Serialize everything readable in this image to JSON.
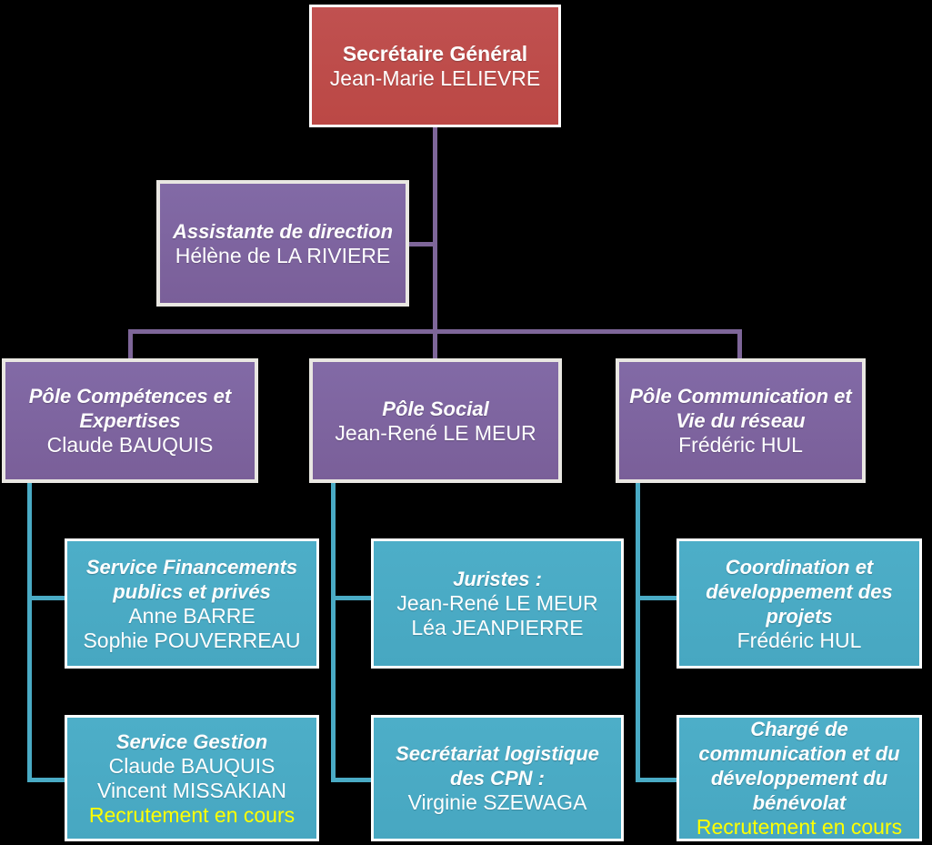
{
  "diagram": {
    "type": "org-chart",
    "title_hint": "Organigramme Secrétariat Général",
    "background_color": "#000000",
    "colors": {
      "executive_fill": "#be4b48",
      "management_fill": "#7d639e",
      "service_fill": "#4aabc5",
      "connector_purple": "#7e6699",
      "connector_teal": "#4aabc5",
      "text": "#ffffff",
      "highlight_text": "#ffff00",
      "border": "#ffffff"
    },
    "nodes": {
      "secretaire_general": {
        "title": "Secrétaire Général",
        "members": [
          "Jean-Marie LELIEVRE"
        ],
        "level": "executive"
      },
      "assistante_direction": {
        "title": "Assistante de direction",
        "members": [
          "Hélène de LA RIVIERE"
        ],
        "level": "management",
        "reports_to": "secretaire_general"
      },
      "pole_competences": {
        "title": "Pôle Compétences et Expertises",
        "members": [
          "Claude BAUQUIS"
        ],
        "level": "management",
        "reports_to": "secretaire_general"
      },
      "pole_social": {
        "title": "Pôle Social",
        "members": [
          "Jean-René LE MEUR"
        ],
        "level": "management",
        "reports_to": "secretaire_general"
      },
      "pole_communication": {
        "title": "Pôle Communication et Vie du réseau",
        "members": [
          "Frédéric HUL"
        ],
        "level": "management",
        "reports_to": "secretaire_general"
      },
      "service_financements": {
        "title": "Service Financements publics et privés",
        "members": [
          "Anne BARRE",
          "Sophie POUVERREAU"
        ],
        "level": "service",
        "reports_to": "pole_competences"
      },
      "service_gestion": {
        "title": "Service Gestion",
        "members": [
          "Claude BAUQUIS",
          "Vincent MISSAKIAN"
        ],
        "status": "Recrutement en cours",
        "level": "service",
        "reports_to": "pole_competences"
      },
      "juristes": {
        "title": "Juristes :",
        "members": [
          "Jean-René LE MEUR",
          "Léa JEANPIERRE"
        ],
        "level": "service",
        "reports_to": "pole_social"
      },
      "secretariat_cpn": {
        "title": "Secrétariat logistique des CPN :",
        "members": [
          "Virginie SZEWAGA"
        ],
        "level": "service",
        "reports_to": "pole_social"
      },
      "coordination_projets": {
        "title": "Coordination et développement des projets",
        "members": [
          "Frédéric HUL"
        ],
        "level": "service",
        "reports_to": "pole_communication"
      },
      "charge_communication": {
        "title": "Chargé de communication et du développement du bénévolat",
        "members": [],
        "status": "Recrutement en cours",
        "level": "service",
        "reports_to": "pole_communication"
      }
    }
  }
}
